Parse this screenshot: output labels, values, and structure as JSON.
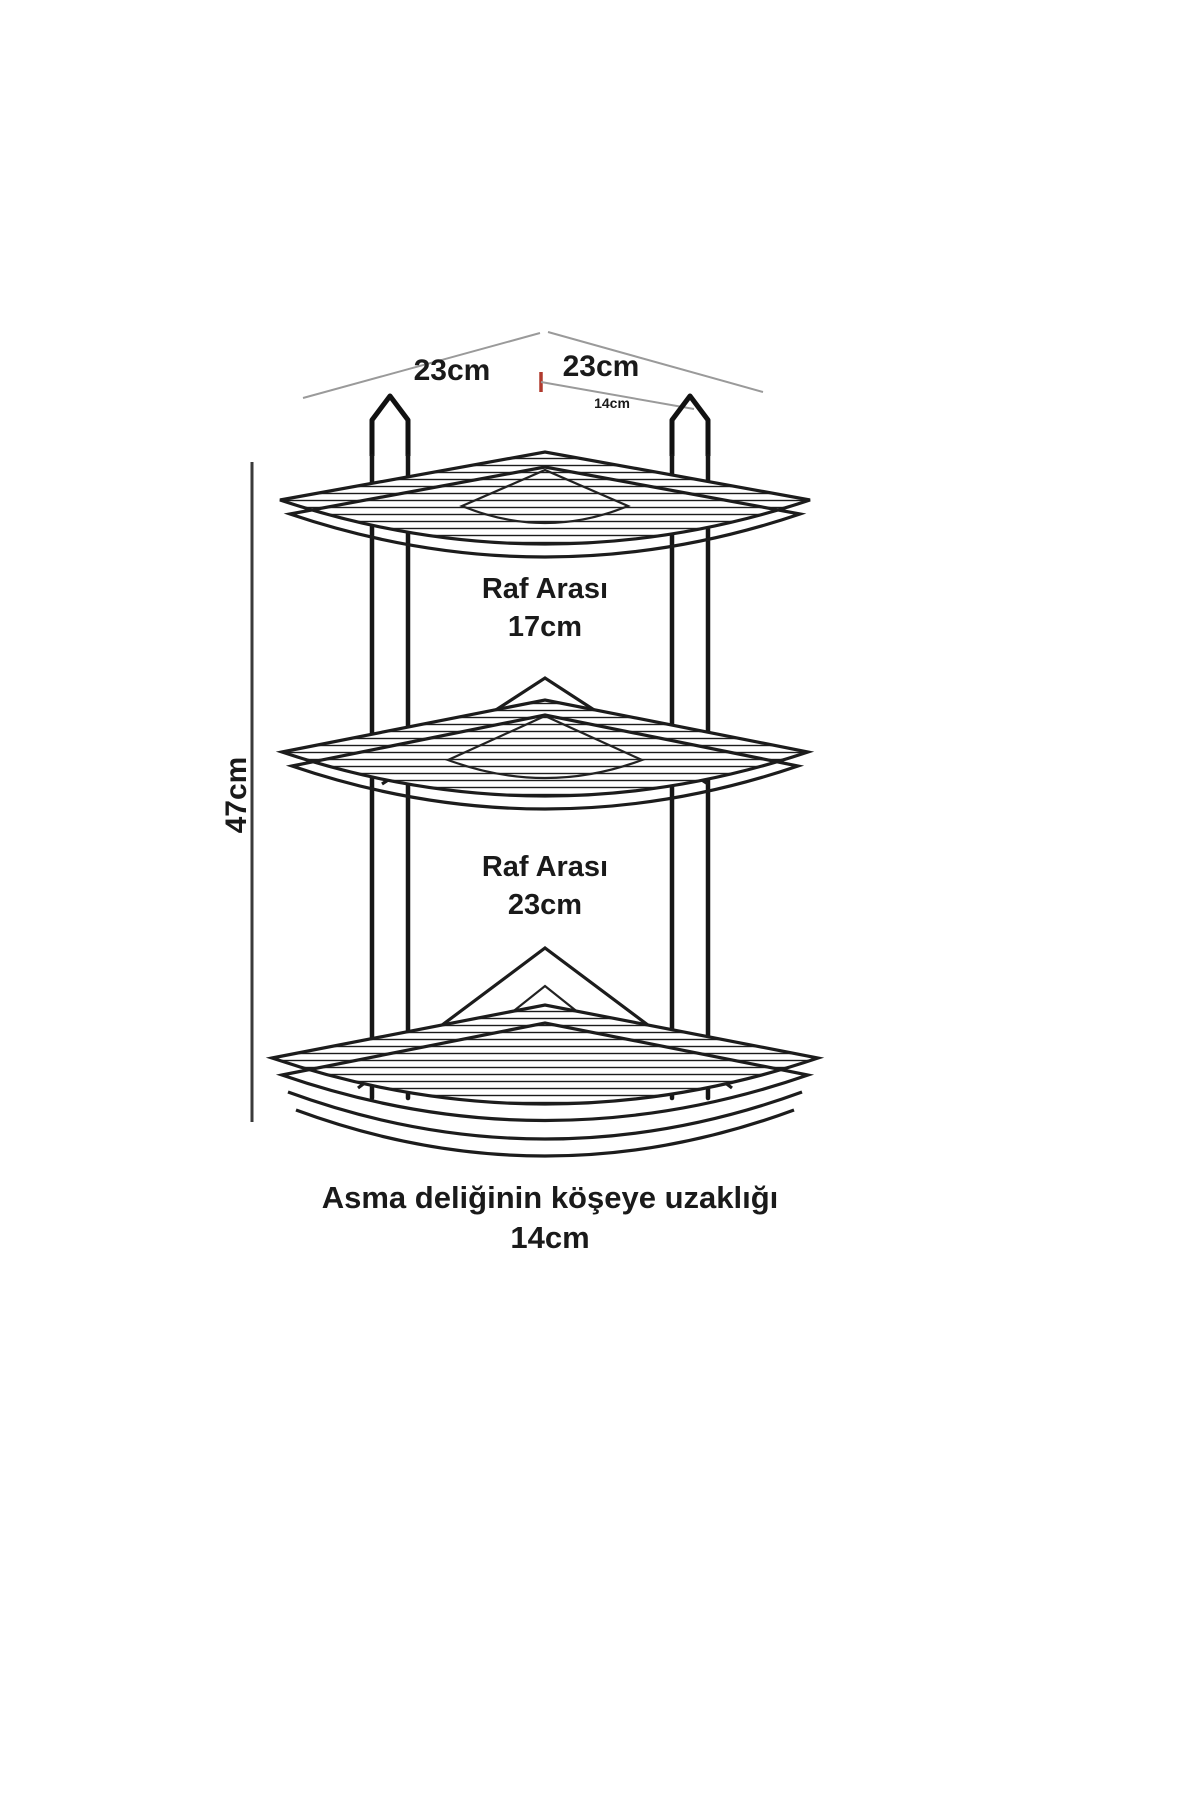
{
  "diagram": {
    "top_dimensions": {
      "left": "23cm",
      "right": "23cm",
      "hole_offset_small": "14cm"
    },
    "height_dimension": "47cm",
    "spacings": [
      {
        "label": "Raf Arası",
        "value": "17cm"
      },
      {
        "label": "Raf Arası",
        "value": "23cm"
      }
    ],
    "caption": {
      "line1": "Asma deliğinin köşeye uzaklığı",
      "line2": "14cm"
    },
    "colors": {
      "wire": "#1c1c1c",
      "guide": "#9a9a9a",
      "accent_red": "#b03a2e",
      "text": "#1a1a1a",
      "background": "#ffffff"
    }
  }
}
